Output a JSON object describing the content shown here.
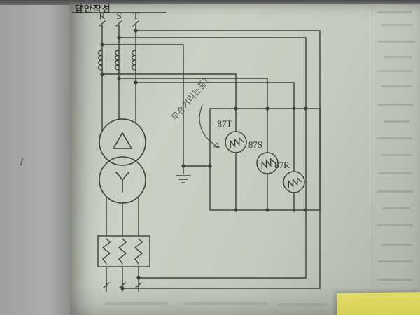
{
  "photo": {
    "header_label": "답안작성",
    "handwritten_note": "무슨거리는중?",
    "circuit": {
      "phase_labels": [
        "R",
        "S",
        "T"
      ],
      "relay_labels": [
        "87T",
        "87S",
        "87R"
      ],
      "transformer_primary_symbol": "delta",
      "transformer_secondary_symbol": "wye",
      "ground_symbol": "earth-ground"
    },
    "colors": {
      "ink": "#3c4038",
      "page_bg": "#c6cbbf",
      "margin_bg": "#a8a8a6",
      "sticky_note": "#dbd55c",
      "handwriting": "#4a4e55"
    }
  }
}
